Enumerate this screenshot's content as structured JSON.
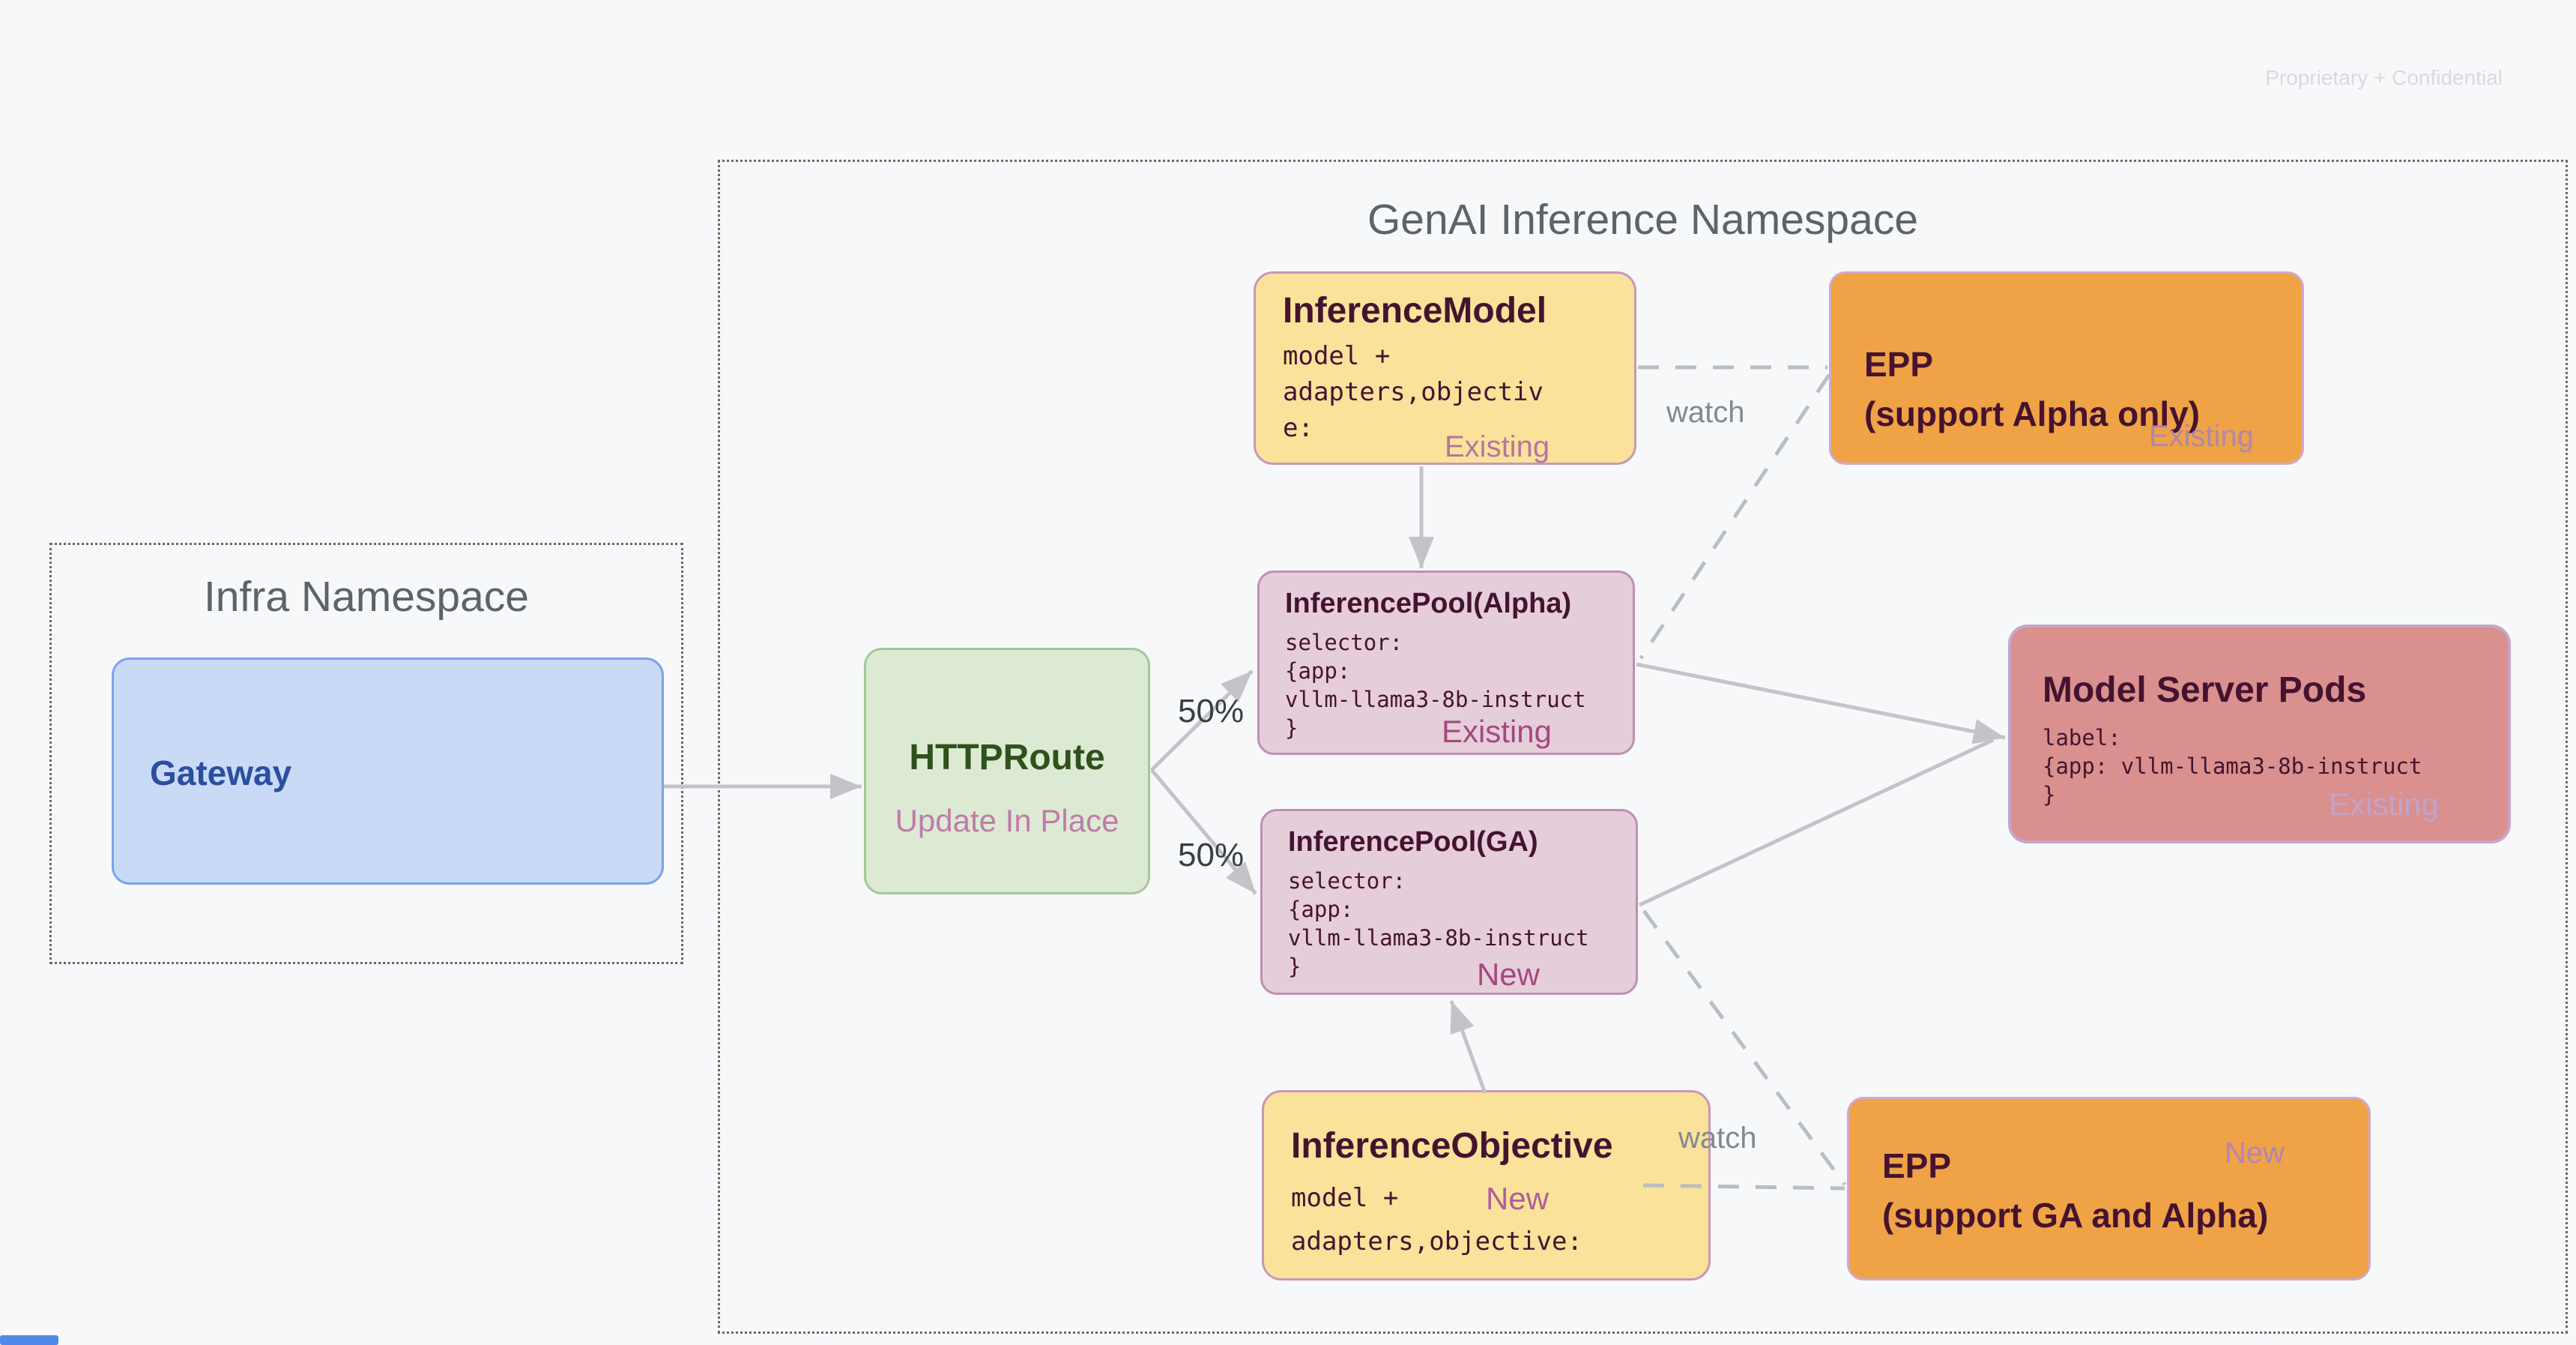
{
  "page": {
    "confidential": "Proprietary + Confidential"
  },
  "infra_namespace": {
    "title": "Infra Namespace"
  },
  "genai_namespace": {
    "title": "GenAI Inference Namespace"
  },
  "nodes": {
    "gateway": {
      "title": "Gateway"
    },
    "httproute": {
      "title": "HTTPRoute",
      "subtitle": "Update In Place"
    },
    "inference_model": {
      "title": "InferenceModel",
      "code": "model +\nadapters,objectiv\ne:",
      "status": "Existing"
    },
    "epp_alpha": {
      "title_line1": "EPP",
      "title_line2": "(support Alpha only)",
      "status": "Existing"
    },
    "inference_pool_alpha": {
      "title": "InferencePool(Alpha)",
      "code": "selector:\n{app:\nvllm-llama3-8b-instruct\n}",
      "status": "Existing"
    },
    "inference_pool_ga": {
      "title": "InferencePool(GA)",
      "code": "selector:\n{app:\nvllm-llama3-8b-instruct\n}",
      "status": "New"
    },
    "model_server_pods": {
      "title": "Model Server Pods",
      "code": "label:\n{app: vllm-llama3-8b-instruct\n}",
      "status": "Existing"
    },
    "inference_objective": {
      "title": "InferenceObjective",
      "code": "model +\nadapters,objective:",
      "status": "New"
    },
    "epp_ga": {
      "title_line1": "EPP",
      "title_line2": "(support GA and Alpha)",
      "status": "New"
    }
  },
  "edge_labels": {
    "watch_top": "watch",
    "watch_bottom": "watch",
    "split_top": "50%",
    "split_bottom": "50%"
  },
  "colors": {
    "background": "#F7F8FA",
    "yellow_box": "#FAE29B",
    "pink_pool_box": "#E6CDDA",
    "salmon_box": "#D9908E",
    "orange_box": "#F0A246",
    "green_box": "#DCEAD3",
    "blue_box": "#C9DAF7",
    "dark_maroon_text": "#45132F",
    "status_magenta": "#A34A7D",
    "status_mauve": "#B5769F",
    "gray_text": "#5F6368",
    "arrow_gray": "#C2C4C7"
  }
}
